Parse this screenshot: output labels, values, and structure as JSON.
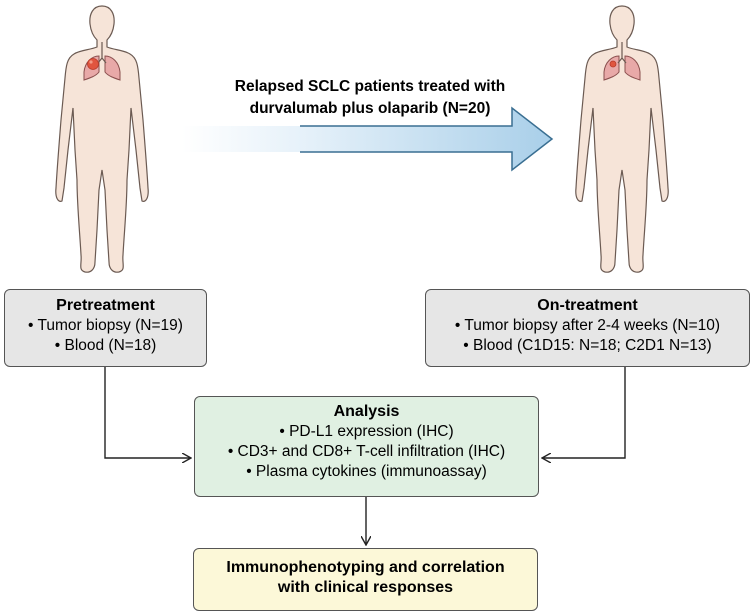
{
  "treatment_arrow": {
    "line1": "Relapsed SCLC patients treated with",
    "line2": "durvalumab plus olaparib (N=20)"
  },
  "pretreatment": {
    "title": "Pretreatment",
    "items": [
      "• Tumor biopsy (N=19)",
      "• Blood (N=18)"
    ]
  },
  "on_treatment": {
    "title": "On-treatment",
    "items": [
      "• Tumor biopsy after 2-4 weeks (N=10)",
      "• Blood (C1D15: N=18; C2D1 N=13)"
    ]
  },
  "analysis": {
    "title": "Analysis",
    "items": [
      "• PD-L1 expression (IHC)",
      "• CD3+ and CD8+ T-cell infiltration (IHC)",
      "• Plasma cytokines (immunoassay)"
    ]
  },
  "result": {
    "line1": "Immunophenotyping and correlation",
    "line2": "with clinical responses"
  },
  "colors": {
    "body_fill": "#f6e4d8",
    "body_stroke": "#6b5a52",
    "lung_fill": "#e8a9a8",
    "tumor": "#e0553f",
    "arrow_start": "#ffffff",
    "arrow_end": "#a9cfe9",
    "arrow_stroke": "#3a6f92"
  }
}
